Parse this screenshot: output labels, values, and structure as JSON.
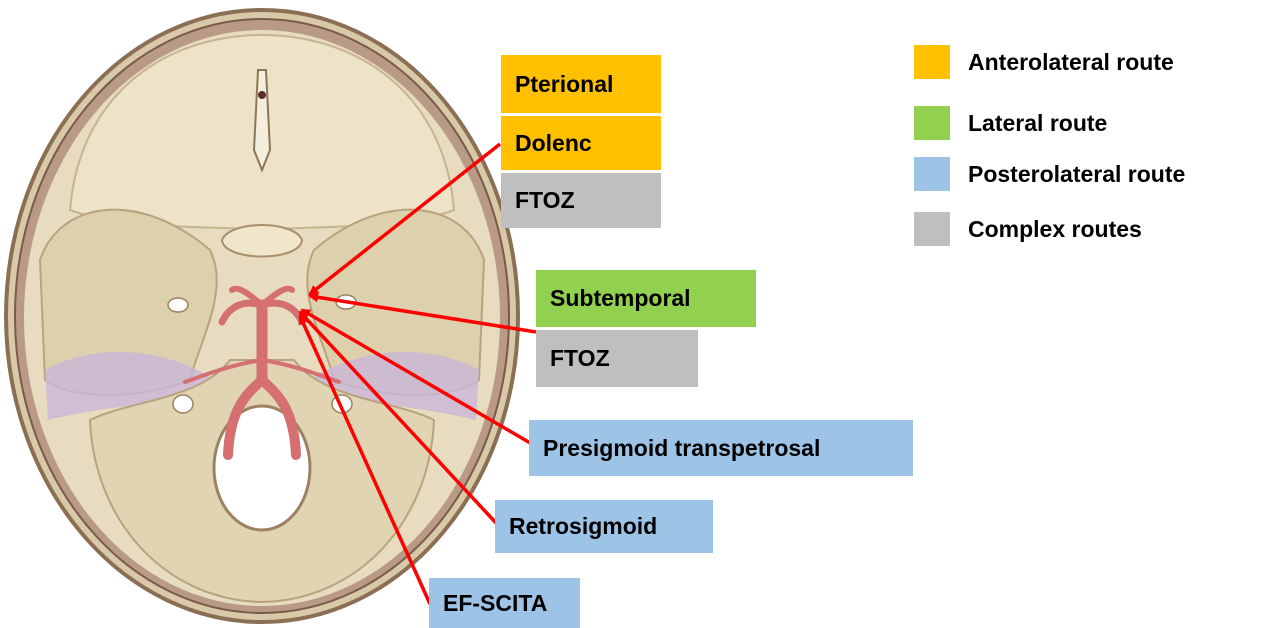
{
  "colors": {
    "anterolateral": "#FFC000",
    "lateral": "#92D050",
    "posterolateral": "#9DC3E6",
    "complex": "#BFBFBF",
    "arrow": "#FF0000"
  },
  "image_description": "",
  "labels": {
    "pterional": "Pterional",
    "dolenc": "Dolenc",
    "ftoz_top": "FTOZ",
    "subtemporal": "Subtemporal",
    "ftoz_mid": "FTOZ",
    "presigmoid": "Presigmoid transpetrosal",
    "retrosigmoid": "Retrosigmoid",
    "efscita": "EF-SCITA"
  },
  "legend": [
    {
      "label": "Anterolateral route",
      "color": "#FFC000"
    },
    {
      "label": "Lateral route",
      "color": "#92D050"
    },
    {
      "label": "Posterolateral route",
      "color": "#9DC3E6"
    },
    {
      "label": "Complex routes",
      "color": "#BFBFBF"
    }
  ]
}
